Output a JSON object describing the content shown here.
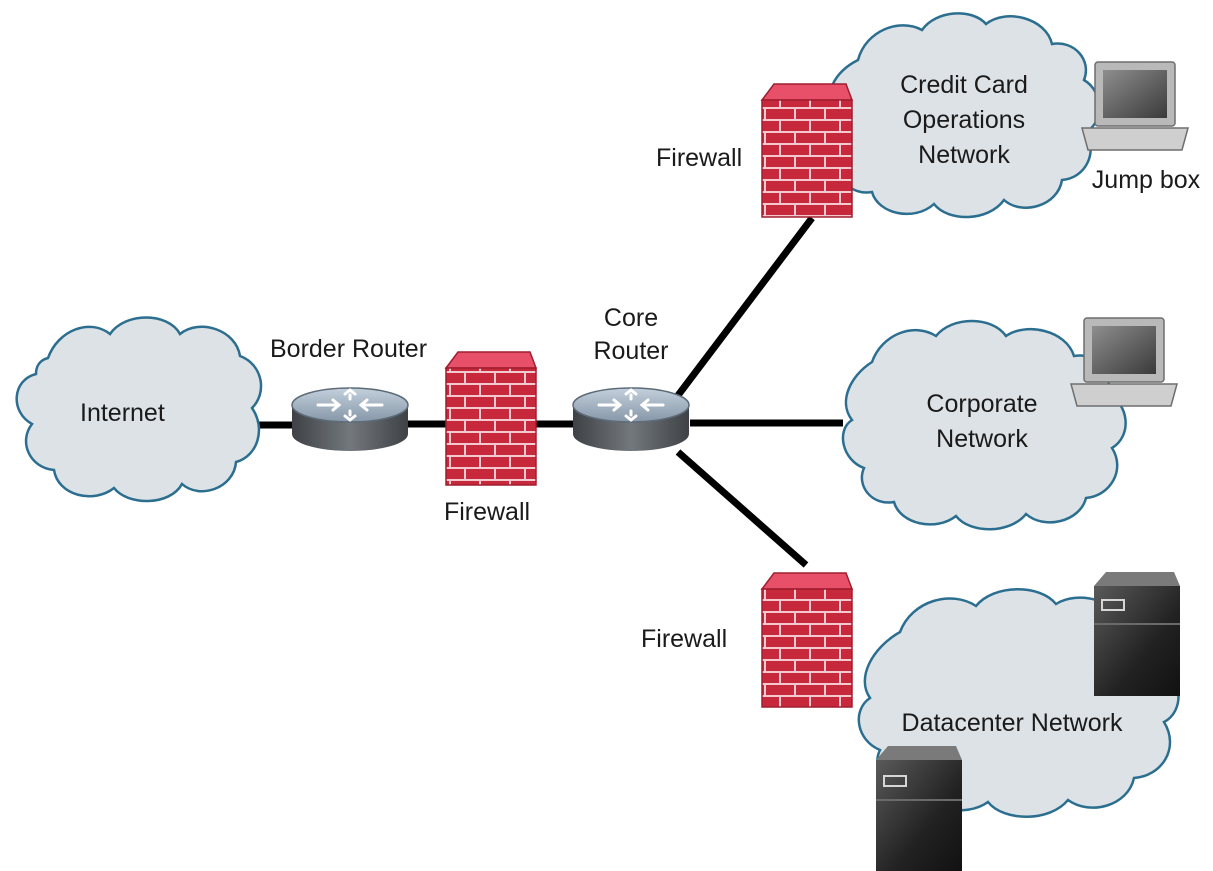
{
  "labels": {
    "internet": "Internet",
    "border_router": "Border Router",
    "firewall_edge": "Firewall",
    "core_router_line1": "Core",
    "core_router_line2": "Router",
    "firewall_cc": "Firewall",
    "cc_line1": "Credit Card",
    "cc_line2": "Operations",
    "cc_line3": "Network",
    "jump_box": "Jump box",
    "corporate_line1": "Corporate",
    "corporate_line2": "Network",
    "firewall_dc": "Firewall",
    "datacenter": "Datacenter Network"
  },
  "colors": {
    "cloud_fill": "#dde2e6",
    "cloud_outline": "#2b6e8f",
    "firewall_brick": "#c8283c",
    "firewall_mortar": "#f3c9cf",
    "firewall_top": "#e8506a",
    "router_top": "#9fb0c0",
    "router_body": "#5a5f64",
    "link": "#000000"
  },
  "icons": [
    "cloud-icon",
    "router-icon",
    "firewall-icon",
    "laptop-icon",
    "server-icon"
  ]
}
